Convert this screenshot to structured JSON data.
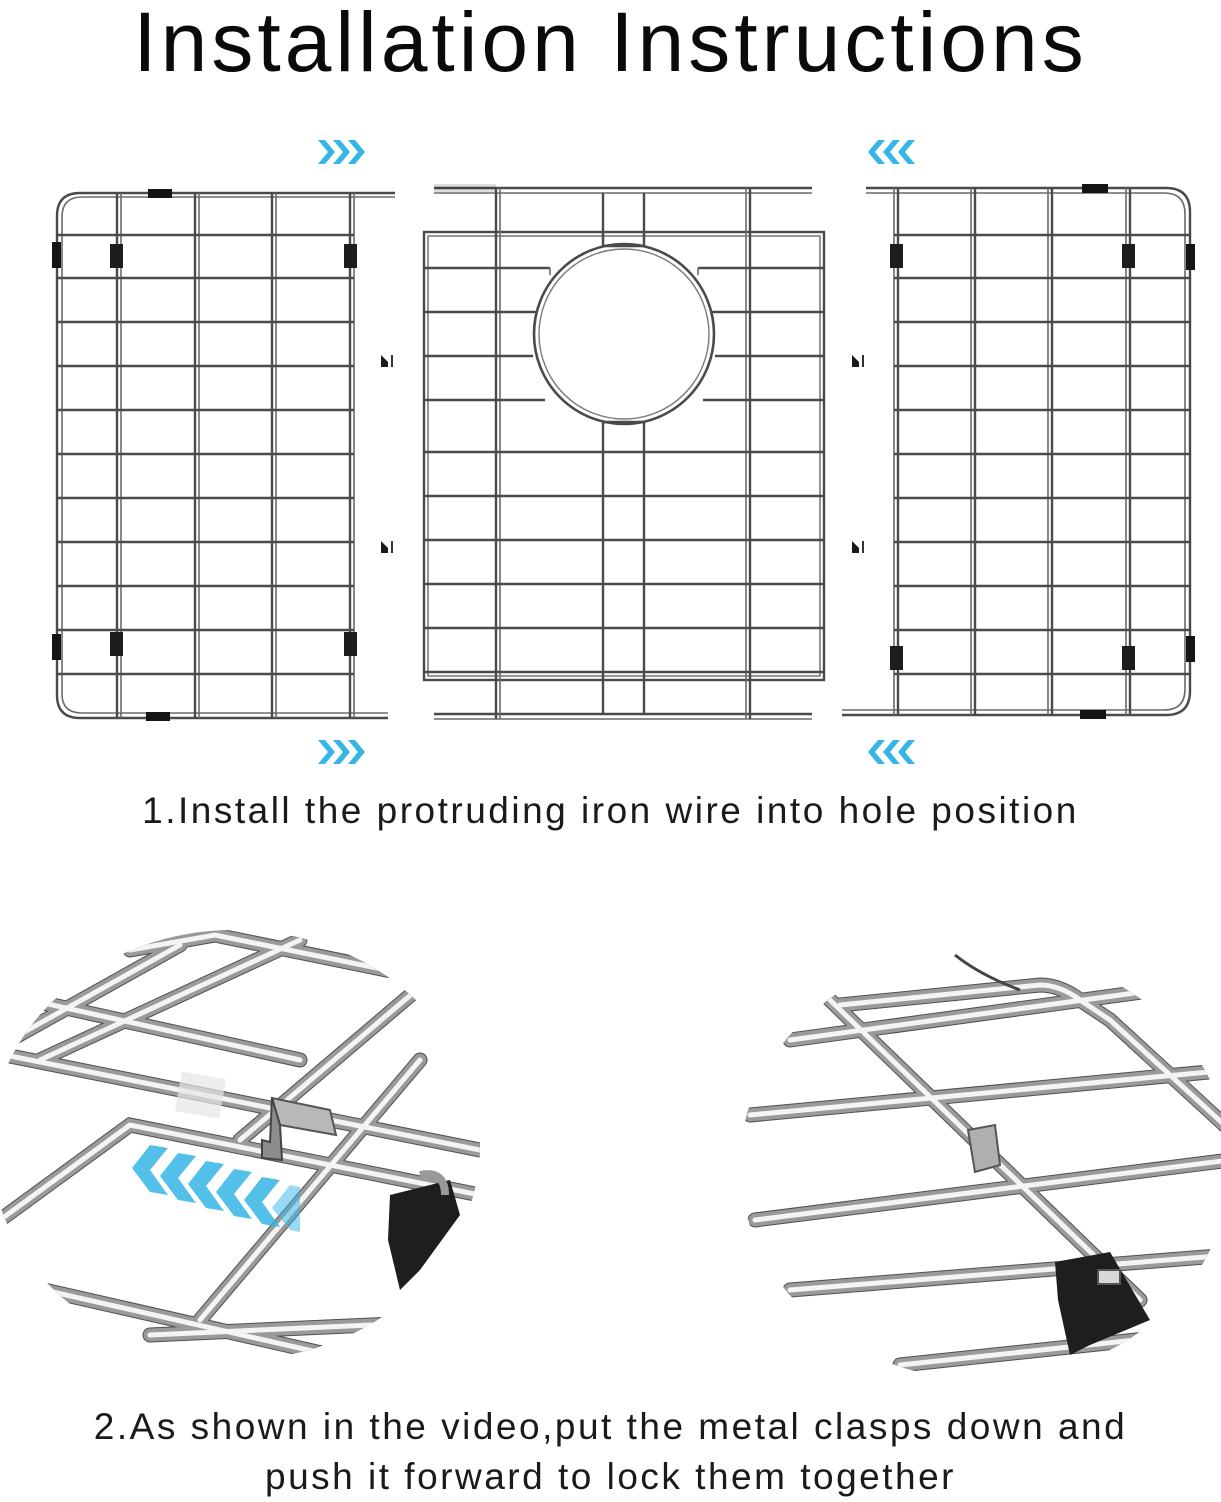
{
  "title": "Installation Instructions",
  "step1": "1.Install the protruding iron wire into hole position",
  "step2_line1": "2.As shown in the video,put the metal clasps down and",
  "step2_line2": "push it forward to lock them together",
  "colors": {
    "arrow": "#35b6e6",
    "wire": "#4a4a4a",
    "clip": "#151515",
    "background": "#ffffff"
  },
  "icons": {
    "arrow_right": "double-chevron-right-icon",
    "arrow_left": "double-chevron-left-icon"
  }
}
